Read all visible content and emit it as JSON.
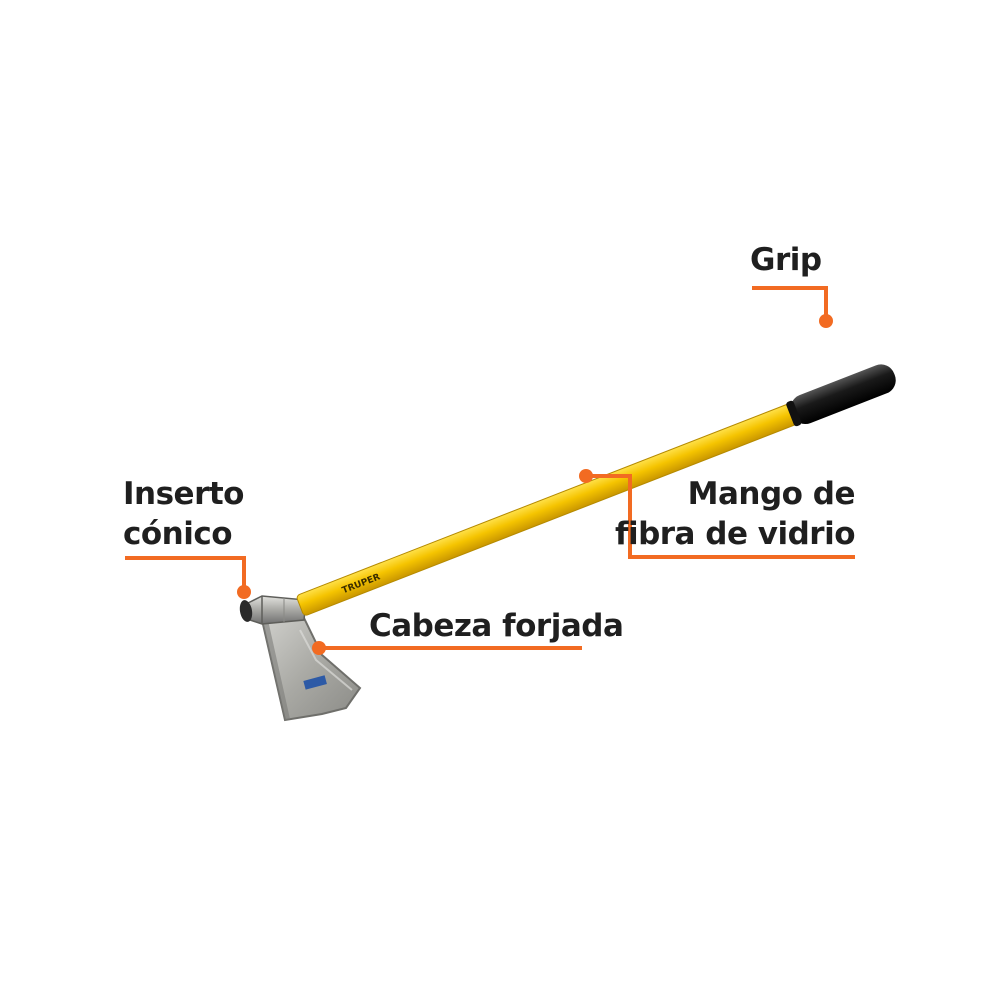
{
  "colors": {
    "background": "#ffffff",
    "callout": "#f26b22",
    "text": "#1f1f1f",
    "handle": "#f5c400",
    "handle_shade": "#d9a300",
    "grip": "#1a1a1a",
    "blade": "#b5b5b0",
    "blade_dark": "#8c8c88"
  },
  "labels": {
    "grip": "Grip",
    "inserto_line1": "Inserto",
    "inserto_line2": "cónico",
    "cabeza": "Cabeza forjada",
    "mango_line1": "Mango de",
    "mango_line2": "fibra de vidrio"
  },
  "product": {
    "brand_text": "TRUPER"
  }
}
